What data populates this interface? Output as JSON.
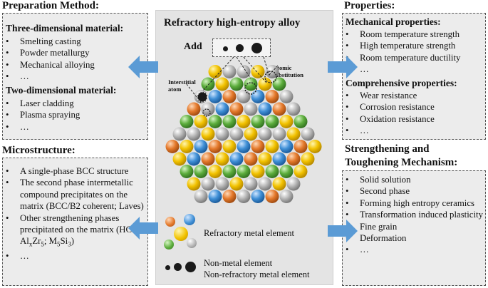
{
  "preparation": {
    "heading": "Preparation Method:",
    "three_dim_title": "Three-dimensional material:",
    "three_dim_items": [
      "Smelting  casting",
      "Powder metallurgy",
      "Mechanical alloying",
      "…"
    ],
    "two_dim_title": "Two-dimensional material:",
    "two_dim_items": [
      "Laser cladding",
      "Plasma spraying",
      "…"
    ]
  },
  "microstructure": {
    "heading": "Microstructure:",
    "items": [
      {
        "text": "A single-phase BCC structure"
      },
      {
        "text": "The second phase intermetallic compound precipitates on the matrix (BCC/B2  coherent; Laves)"
      },
      {
        "pre": "Other strengthening phases precipitated on the  matrix (HCP; Al",
        "sub1": "x",
        "mid1": "Zr",
        "sub2": "5",
        "mid2": ";  M",
        "sub3": "5",
        "mid3": "Si",
        "sub4": "3",
        "post": ")"
      },
      {
        "text": "…"
      }
    ]
  },
  "center": {
    "title": "Refractory high-entropy alloy",
    "add_label": "Add",
    "interstitial_label": "Interstitial atom",
    "substitution_label": "Atomic substitution",
    "legend_refractory": "Refractory metal element",
    "legend_nonmetal": "Non-metal element",
    "legend_nonrefractory": "Non-refractory metal element"
  },
  "properties": {
    "heading": "Properties:",
    "mechanical_title": "Mechanical properties:",
    "mechanical_items": [
      "Room temperature strength",
      "High temperature strength",
      "Room temperature ductility",
      "…"
    ],
    "comprehensive_title": "Comprehensive properties:",
    "comprehensive_items": [
      "Wear resistance",
      "Corrosion resistance",
      "Oxidation resistance",
      "…"
    ]
  },
  "strengthening": {
    "heading_line1": "Strengthening and",
    "heading_line2": "Toughening Mechanism:",
    "items": [
      "Solid solution",
      "Second phase",
      "Forming high entropy ceramics",
      "Transformation induced plasticity",
      "Fine grain",
      "Deformation",
      "…"
    ]
  },
  "colors": {
    "yellow": "#f2c200",
    "blue": "#3f8fd6",
    "green": "#5cad3c",
    "orange": "#e4792b",
    "grey": "#b6b6b6",
    "arrow": "#5b9bd5",
    "black": "#1a1a1a"
  }
}
